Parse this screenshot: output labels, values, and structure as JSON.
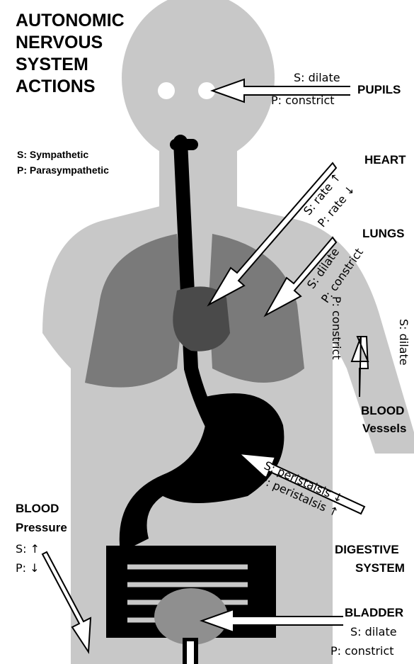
{
  "title": [
    "AUTONOMIC",
    "NERVOUS",
    "SYSTEM",
    "ACTIONS"
  ],
  "legend": {
    "s": "S: Sympathetic",
    "p": "P: Parasympathetic"
  },
  "pupils": {
    "label": "PUPILS",
    "s": "S: dilate",
    "p": "P: constrict"
  },
  "heart": {
    "label": "HEART",
    "s": "S: rate",
    "p": "P: rate",
    "s_arrow": "↑",
    "p_arrow": "↓"
  },
  "lungs": {
    "label": "LUNGS",
    "s": "S: dilate",
    "p": "P: constrict"
  },
  "blood_vessels": {
    "label_1": "BLOOD",
    "label_2": "Vessels",
    "s": "S: dilate",
    "p": "P: constrict"
  },
  "digestive": {
    "label_1": "DIGESTIVE",
    "label_2": "SYSTEM",
    "s": "S: peristalsis",
    "p": "P: peristalsis",
    "s_arrow": "↓",
    "p_arrow": "↑"
  },
  "blood_pressure": {
    "label_1": "BLOOD",
    "label_2": "Pressure",
    "s": "S: ↑",
    "p": "P: ↓"
  },
  "bladder": {
    "label": "BLADDER",
    "s": "S: dilate",
    "p": "P: constrict"
  },
  "colors": {
    "body": "#c8c8c8",
    "lungs": "#7a7a7a",
    "heart": "#4a4a4a",
    "gut": "#000000",
    "bladder": "#8f8f8f"
  }
}
